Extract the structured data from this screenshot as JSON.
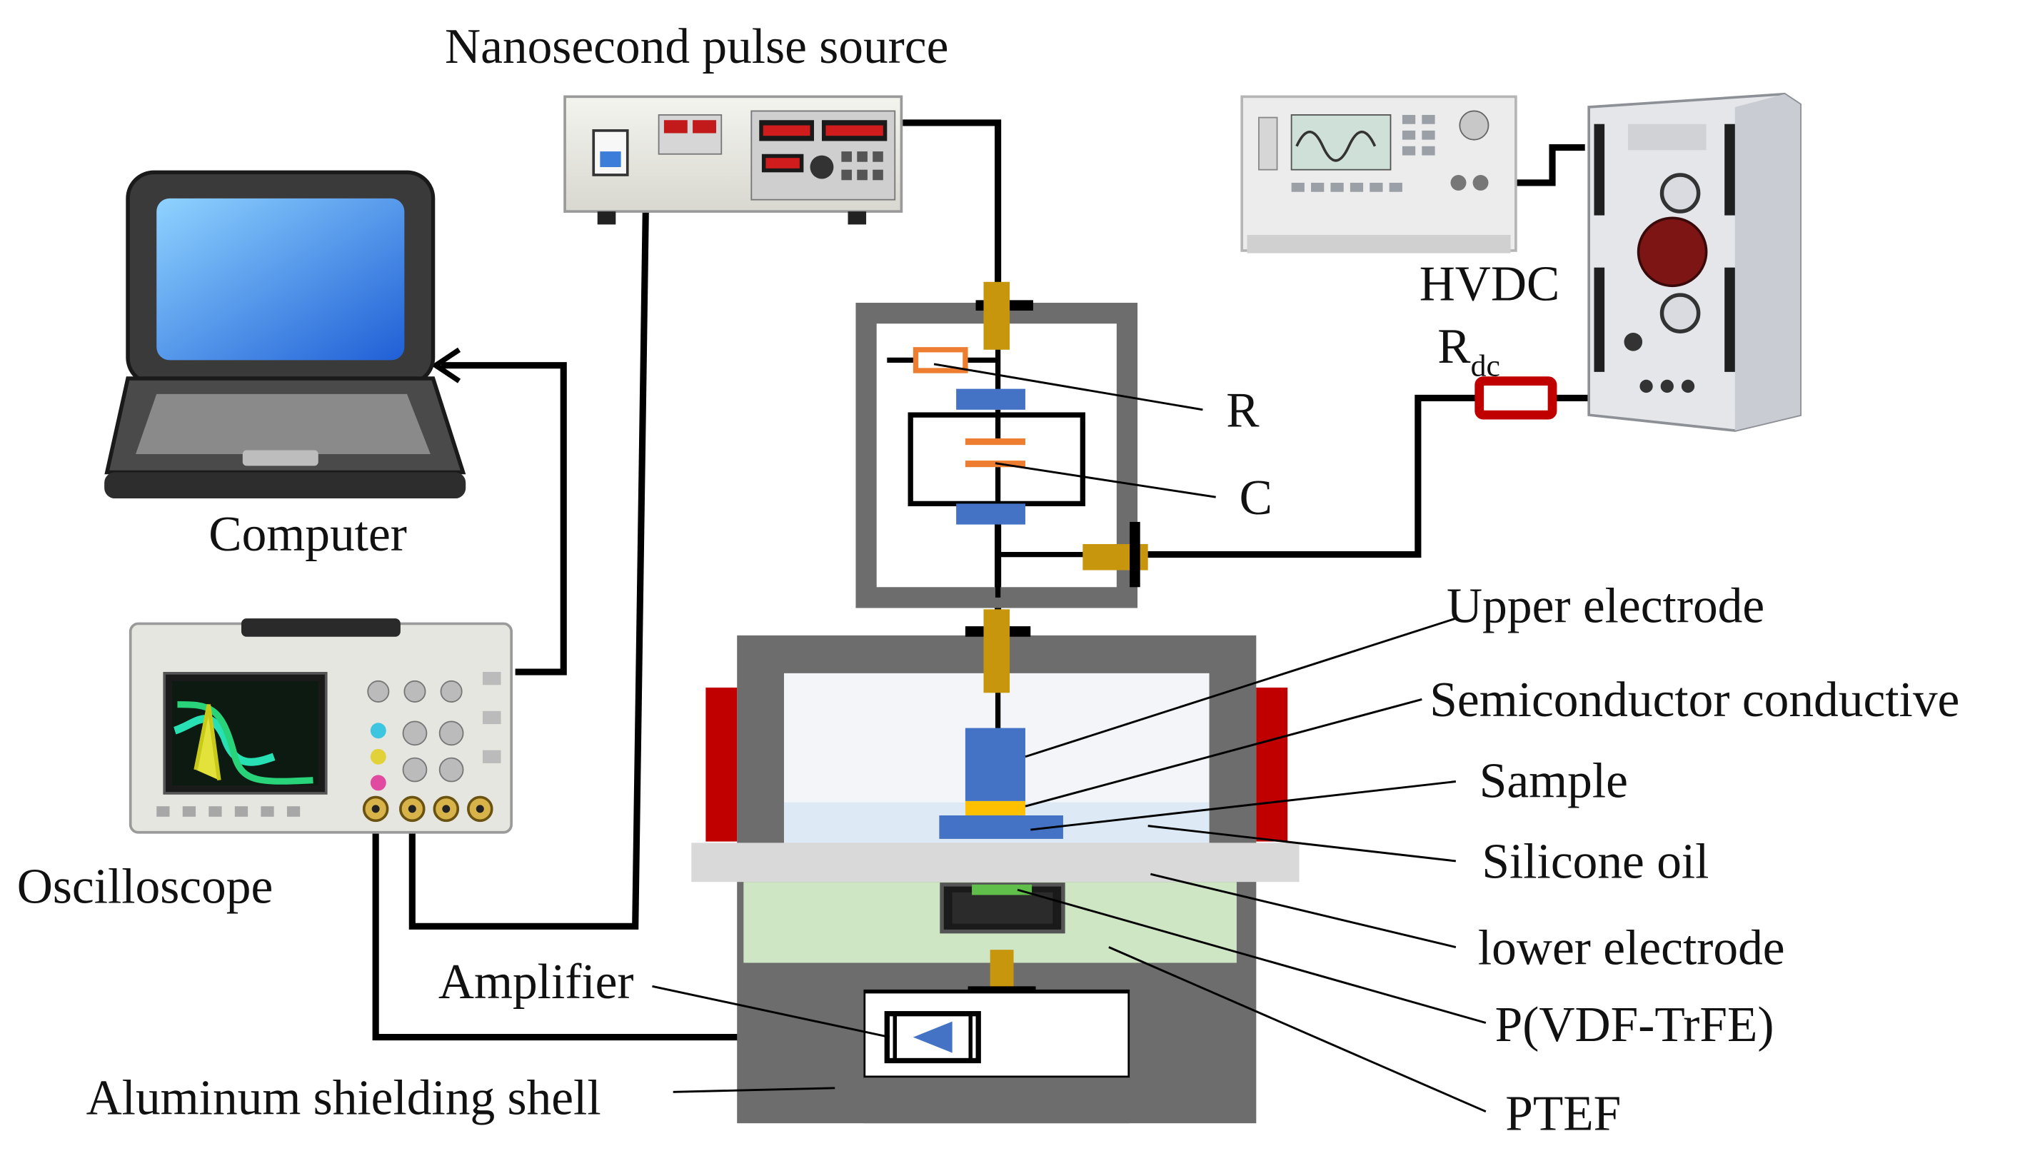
{
  "labels": {
    "pulse_source": "Nanosecond pulse source",
    "computer": "Computer",
    "oscilloscope": "Oscilloscope",
    "hvdc": "HVDC",
    "rdc_main": "R",
    "rdc_sub": "dc",
    "resistor": "R",
    "capacitor": "C",
    "upper_electrode": "Upper electrode",
    "semiconductor": "Semiconductor conductive",
    "sample": "Sample",
    "silicone_oil": "Silicone oil",
    "lower_electrode": "lower electrode",
    "pvdf": "P(VDF-TrFE)",
    "ptef": "PTEF",
    "amplifier": "Amplifier",
    "shielding": "Aluminum shielding shell"
  },
  "colors": {
    "wire": "#000000",
    "shell": "#6d6d6d",
    "electrode": "#4472c4",
    "connector": "#c8960c",
    "resistor": "#ed7d31",
    "heater": "#c00000",
    "oil": "#dde9f5",
    "ptfe": "#cfe6c4",
    "platform": "#d9d9d9"
  }
}
